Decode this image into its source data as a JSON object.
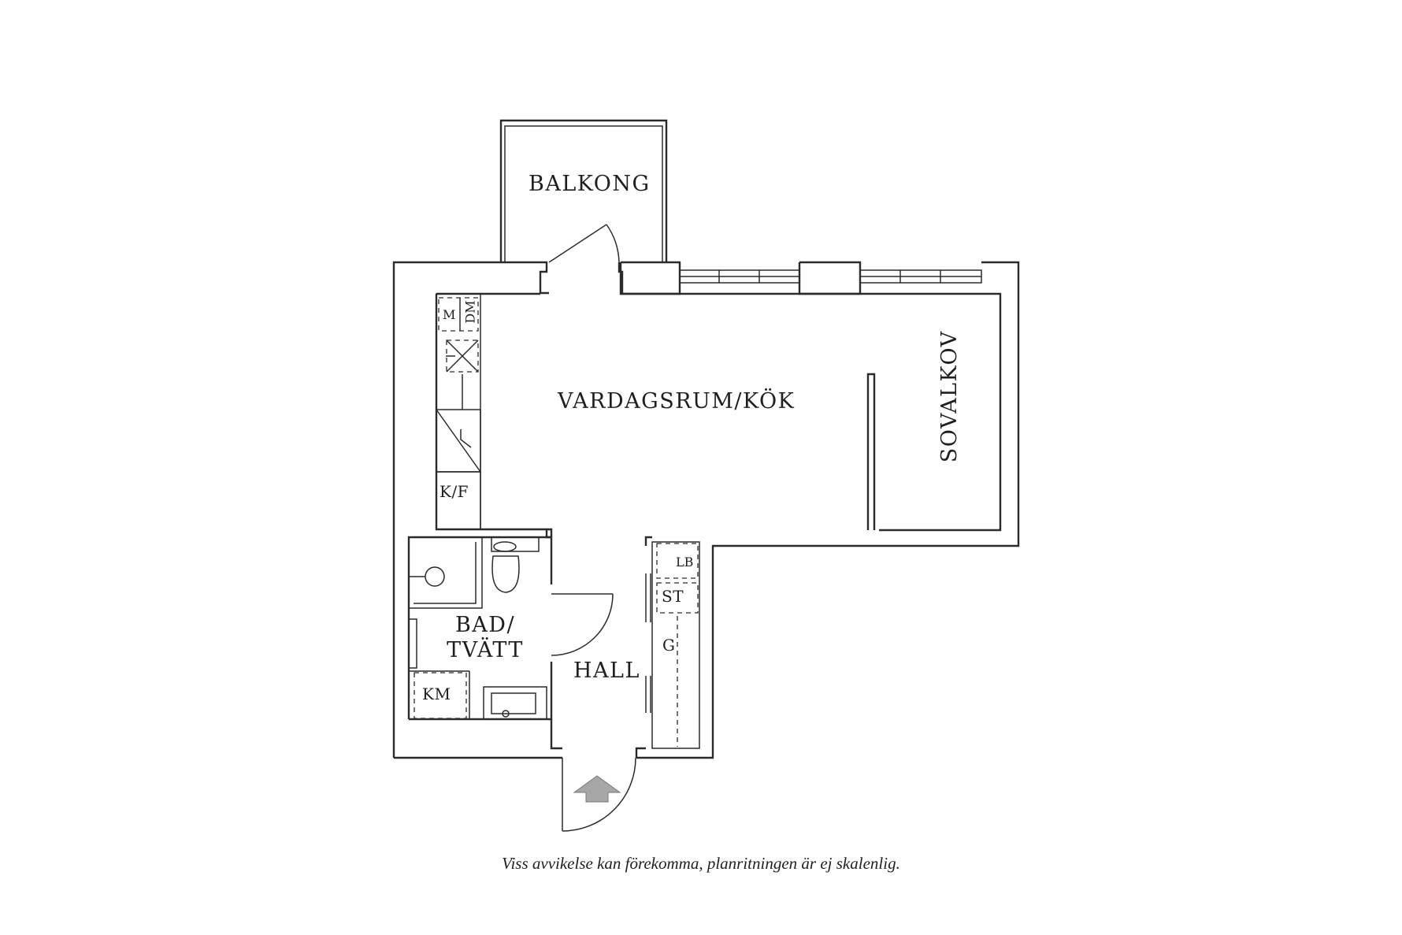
{
  "rooms": {
    "balkong": "BALKONG",
    "vardagsrum_kok": "VARDAGSRUM/KÖK",
    "sovalkov": "SOVALKOV",
    "bad_line1": "BAD/",
    "bad_line2": "TVÄTT",
    "hall": "HALL"
  },
  "fixtures": {
    "microwave": "M",
    "dishwasher": "DM",
    "fridge_freezer": "K/F",
    "washing_machine": "KM",
    "linen_cabinet": "LB",
    "storage": "ST",
    "wardrobe": "G"
  },
  "entrance_arrow_color": "#a7a7a7",
  "wall_color": "#2b2b2b",
  "disclaimer": "Viss avvikelse kan förekomma, planritningen är ej skalenlig."
}
